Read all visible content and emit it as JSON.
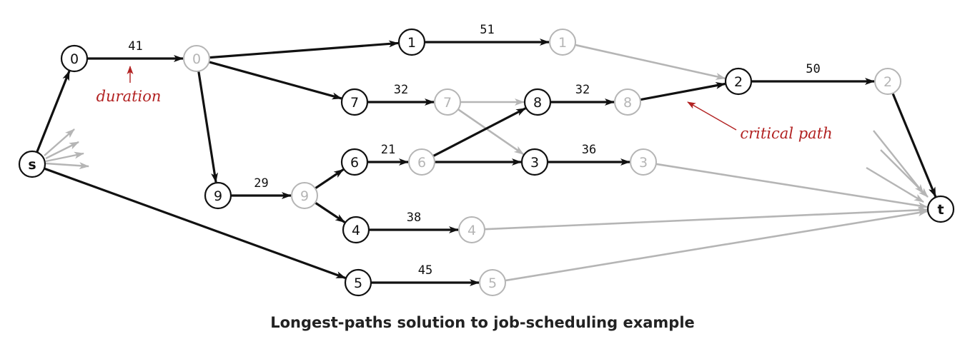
{
  "colors": {
    "active": "#111111",
    "inactive": "#b5b5b5",
    "annotation": "#b22222",
    "background": "#ffffff"
  },
  "nodes": [
    {
      "id": "s",
      "label": "s",
      "style": "active",
      "bold": true
    },
    {
      "id": "t",
      "label": "t",
      "style": "active",
      "bold": true
    },
    {
      "id": "0s",
      "label": "0",
      "style": "active"
    },
    {
      "id": "0e",
      "label": "0",
      "style": "inactive"
    },
    {
      "id": "1s",
      "label": "1",
      "style": "active"
    },
    {
      "id": "1e",
      "label": "1",
      "style": "inactive"
    },
    {
      "id": "2s",
      "label": "2",
      "style": "active"
    },
    {
      "id": "2e",
      "label": "2",
      "style": "inactive"
    },
    {
      "id": "7s",
      "label": "7",
      "style": "active"
    },
    {
      "id": "7e",
      "label": "7",
      "style": "inactive"
    },
    {
      "id": "8s",
      "label": "8",
      "style": "active"
    },
    {
      "id": "8e",
      "label": "8",
      "style": "inactive"
    },
    {
      "id": "6s",
      "label": "6",
      "style": "active"
    },
    {
      "id": "6e",
      "label": "6",
      "style": "inactive"
    },
    {
      "id": "3s",
      "label": "3",
      "style": "active"
    },
    {
      "id": "3e",
      "label": "3",
      "style": "inactive"
    },
    {
      "id": "9s",
      "label": "9",
      "style": "active"
    },
    {
      "id": "9e",
      "label": "9",
      "style": "inactive"
    },
    {
      "id": "4s",
      "label": "4",
      "style": "active"
    },
    {
      "id": "4e",
      "label": "4",
      "style": "inactive"
    },
    {
      "id": "5s",
      "label": "5",
      "style": "active"
    },
    {
      "id": "5e",
      "label": "5",
      "style": "inactive"
    }
  ],
  "edges": [
    {
      "from": "s",
      "to": "0s",
      "style": "active"
    },
    {
      "from": "s",
      "to": "5s",
      "style": "active"
    },
    {
      "from": "0s",
      "to": "0e",
      "style": "active",
      "label": "41"
    },
    {
      "from": "0e",
      "to": "1s",
      "style": "active"
    },
    {
      "from": "0e",
      "to": "7s",
      "style": "active"
    },
    {
      "from": "0e",
      "to": "9s",
      "style": "active"
    },
    {
      "from": "1s",
      "to": "1e",
      "style": "active",
      "label": "51"
    },
    {
      "from": "1e",
      "to": "2s",
      "style": "inactive"
    },
    {
      "from": "2s",
      "to": "2e",
      "style": "active",
      "label": "50"
    },
    {
      "from": "2e",
      "to": "t",
      "style": "active"
    },
    {
      "from": "7s",
      "to": "7e",
      "style": "active",
      "label": "32"
    },
    {
      "from": "7e",
      "to": "8s",
      "style": "inactive"
    },
    {
      "from": "7e",
      "to": "3s",
      "style": "inactive"
    },
    {
      "from": "8s",
      "to": "8e",
      "style": "active",
      "label": "32"
    },
    {
      "from": "8e",
      "to": "2s",
      "style": "active"
    },
    {
      "from": "9s",
      "to": "9e",
      "style": "active",
      "label": "29"
    },
    {
      "from": "9e",
      "to": "6s",
      "style": "active"
    },
    {
      "from": "9e",
      "to": "4s",
      "style": "active"
    },
    {
      "from": "6s",
      "to": "6e",
      "style": "active",
      "label": "21"
    },
    {
      "from": "6e",
      "to": "8s",
      "style": "active"
    },
    {
      "from": "6e",
      "to": "3s",
      "style": "active"
    },
    {
      "from": "3s",
      "to": "3e",
      "style": "active",
      "label": "36"
    },
    {
      "from": "3e",
      "to": "t",
      "style": "inactive"
    },
    {
      "from": "4s",
      "to": "4e",
      "style": "active",
      "label": "38"
    },
    {
      "from": "4e",
      "to": "t",
      "style": "inactive"
    },
    {
      "from": "5s",
      "to": "5e",
      "style": "active",
      "label": "45"
    },
    {
      "from": "5e",
      "to": "t",
      "style": "inactive"
    }
  ],
  "annotations": {
    "duration": "duration",
    "critical_path": "critical path"
  },
  "caption": "Longest-paths solution to job-scheduling example"
}
